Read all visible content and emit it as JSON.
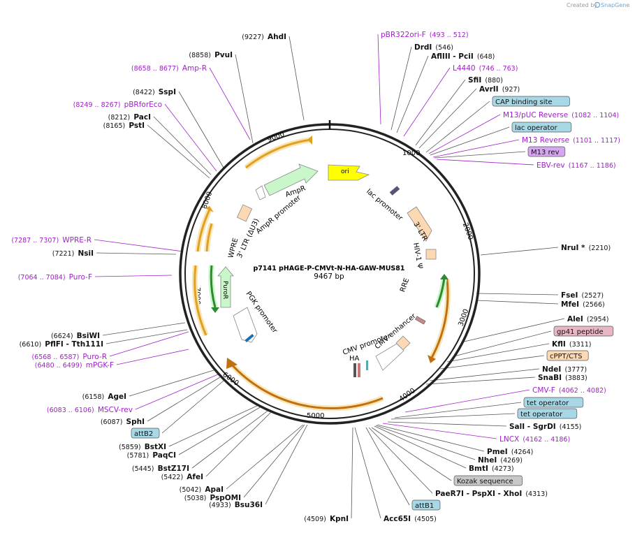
{
  "header": {
    "created_by": "Created by",
    "app": "SnapGene"
  },
  "center": {
    "name": "p7141 pHAGE-P-CMVt-N-HA-GAW-MUS81",
    "length": "9467 bp"
  },
  "ticks": [
    "1000",
    "2000",
    "3000",
    "4000",
    "5000",
    "6000",
    "7000",
    "8000",
    "9000"
  ],
  "features": {
    "ori": "ori",
    "ampr": "AmpR",
    "ampr_promoter": "AmpR promoter",
    "ltr5": "3' LTR (ΔU3)",
    "wpre": "WPRE",
    "puror": "PuroR",
    "pgk": "PGK promoter",
    "lac": "lac promoter",
    "ltr3": "3' LTR",
    "hiv": "HIV-1 Ψ",
    "rre": "RRE",
    "cmv_promoter": "CMV promoter",
    "cmv_enhancer": "CMV enhancer",
    "ha": "HA"
  },
  "right_labels": [
    {
      "type": "enz",
      "name": "AhdI",
      "pos": "(9227)"
    },
    {
      "type": "enz",
      "name": "PvuI",
      "pos": "(8858)"
    },
    {
      "type": "primer",
      "name": "Amp-R",
      "pos": "(8658 .. 8677)"
    },
    {
      "type": "enz",
      "name": "SspI",
      "pos": "(8422)"
    },
    {
      "type": "primer",
      "name": "pBRforEco",
      "pos": "(8249 .. 8267)"
    },
    {
      "type": "enz",
      "name": "PacI",
      "pos": "(8212)"
    },
    {
      "type": "enz",
      "name": "PstI",
      "pos": "(8165)"
    },
    {
      "type": "primer",
      "name": "pBR322ori-F",
      "pos": "(493 .. 512)"
    },
    {
      "type": "enz",
      "name": "DrdI",
      "pos": "(546)"
    },
    {
      "type": "enz",
      "name": "AflIII  - PciI",
      "pos": "(648)"
    },
    {
      "type": "primer",
      "name": "L4440",
      "pos": "(746 .. 763)"
    },
    {
      "type": "enz",
      "name": "SfiI",
      "pos": "(880)"
    },
    {
      "type": "enz",
      "name": "AvrII",
      "pos": "(927)"
    },
    {
      "type": "box",
      "name": "CAP binding site"
    },
    {
      "type": "primer",
      "name": "M13/pUC Reverse",
      "pos": "(1082 .. 1104)"
    },
    {
      "type": "box",
      "name": "lac operator"
    },
    {
      "type": "primer",
      "name": "M13 Reverse",
      "pos": "(1101 .. 1117)"
    },
    {
      "type": "box",
      "name": "M13 rev"
    },
    {
      "type": "primer",
      "name": "EBV-rev",
      "pos": "(1167 .. 1186)"
    },
    {
      "type": "enz",
      "name": "NruI *",
      "pos": "(2210)"
    },
    {
      "type": "enz",
      "name": "FseI",
      "pos": "(2527)"
    },
    {
      "type": "enz",
      "name": "MfeI",
      "pos": "(2566)"
    },
    {
      "type": "enz",
      "name": "AleI",
      "pos": "(2954)"
    },
    {
      "type": "box",
      "name": "gp41 peptide"
    },
    {
      "type": "enz",
      "name": "KflI",
      "pos": "(3311)"
    },
    {
      "type": "box",
      "name": "cPPT/CTS"
    },
    {
      "type": "enz",
      "name": "NdeI",
      "pos": "(3777)"
    },
    {
      "type": "enz",
      "name": "SnaBI",
      "pos": "(3883)"
    },
    {
      "type": "primer",
      "name": "CMV-F",
      "pos": "(4062 .. 4082)"
    },
    {
      "type": "box",
      "name": "tet operator"
    },
    {
      "type": "box",
      "name": "tet operator"
    },
    {
      "type": "enz",
      "name": "SalI  - SgrDI",
      "pos": "(4155)"
    },
    {
      "type": "primer",
      "name": "LNCX",
      "pos": "(4162 .. 4186)"
    },
    {
      "type": "enz",
      "name": "PmeI",
      "pos": "(4264)"
    },
    {
      "type": "enz",
      "name": "NheI",
      "pos": "(4269)"
    },
    {
      "type": "enz",
      "name": "BmtI",
      "pos": "(4273)"
    },
    {
      "type": "box",
      "name": "Kozak sequence"
    },
    {
      "type": "enz",
      "name": "PaeR7I  - PspXI  - XhoI",
      "pos": "(4313)"
    },
    {
      "type": "box",
      "name": "attB1"
    },
    {
      "type": "enz",
      "name": "Acc65I",
      "pos": "(4505)"
    },
    {
      "type": "enz",
      "name": "KpnI",
      "pos": "(4509)"
    },
    {
      "type": "enz",
      "name": "Bsu36I",
      "pos": "(4933)"
    },
    {
      "type": "enz",
      "name": "PspOMI",
      "pos": "(5038)"
    },
    {
      "type": "enz",
      "name": "ApaI",
      "pos": "(5042)"
    },
    {
      "type": "enz",
      "name": "AfeI",
      "pos": "(5422)"
    },
    {
      "type": "enz",
      "name": "BstZ17I",
      "pos": "(5445)"
    },
    {
      "type": "enz",
      "name": "PaqCI",
      "pos": "(5781)"
    },
    {
      "type": "enz",
      "name": "BstXI",
      "pos": "(5859)"
    },
    {
      "type": "box",
      "name": "attB2"
    },
    {
      "type": "enz",
      "name": "SphI",
      "pos": "(6087)"
    },
    {
      "type": "primer",
      "name": "MSCV-rev",
      "pos": "(6083 .. 6106)"
    },
    {
      "type": "enz",
      "name": "AgeI",
      "pos": "(6158)"
    },
    {
      "type": "primer",
      "name": "mPGK-F",
      "pos": "(6480 .. 6499)"
    },
    {
      "type": "primer",
      "name": "Puro-R",
      "pos": "(6568 .. 6587)"
    },
    {
      "type": "enz",
      "name": "PflFI  - Tth111I",
      "pos": "(6610)"
    },
    {
      "type": "enz",
      "name": "BsiWI",
      "pos": "(6624)"
    },
    {
      "type": "primer",
      "name": "Puro-F",
      "pos": "(7064 .. 7084)"
    },
    {
      "type": "enz",
      "name": "NsiI",
      "pos": "(7221)"
    },
    {
      "type": "primer",
      "name": "WPRE-R",
      "pos": "(7287 .. 7307)"
    }
  ],
  "colors": {
    "primer": "#a020c8",
    "cyan_box": "#a8d8e6",
    "pink_box": "#e8b7c3",
    "peach_box": "#fcd9b3",
    "purple_box": "#d7a6f0",
    "gray_box": "#c8c8c8",
    "ori": "#ffff00",
    "green": "#c9f7c9",
    "orange": "#f7a400"
  }
}
